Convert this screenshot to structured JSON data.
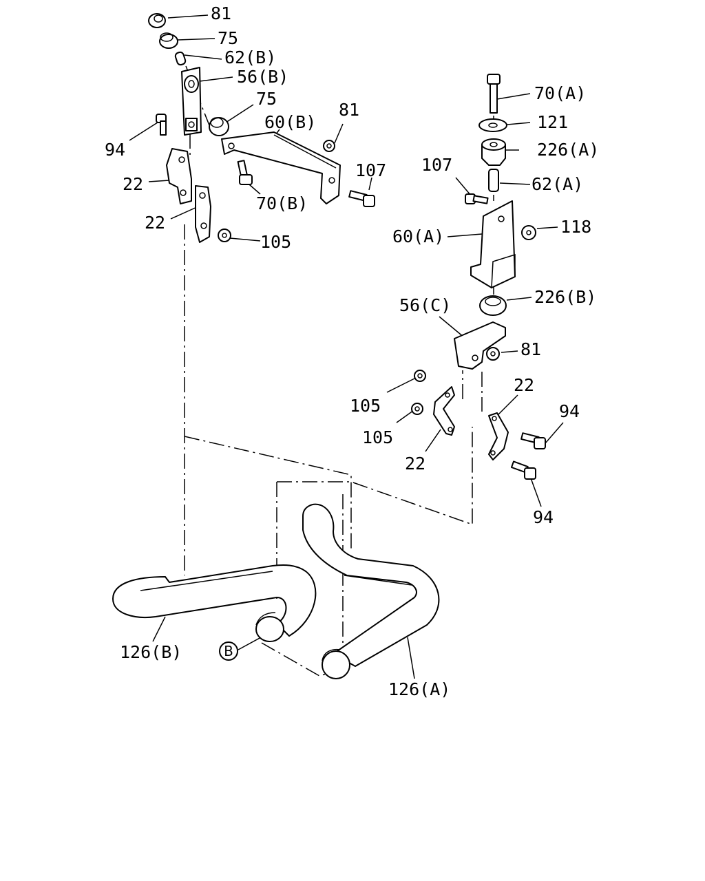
{
  "callouts": [
    "81",
    "75",
    "62(B)",
    "56(B)",
    "75",
    "60(B)",
    "81",
    "94",
    "22",
    "22",
    "107",
    "70(B)",
    "105",
    "70(A)",
    "121",
    "226(A)",
    "107",
    "62(A)",
    "118",
    "60(A)",
    "226(B)",
    "56(C)",
    "81",
    "105",
    "105",
    "22",
    "22",
    "94",
    "94",
    "126(B)",
    "126(A)"
  ],
  "reference_marker": "B",
  "colors": {
    "line": "#000000",
    "background": "#ffffff"
  }
}
